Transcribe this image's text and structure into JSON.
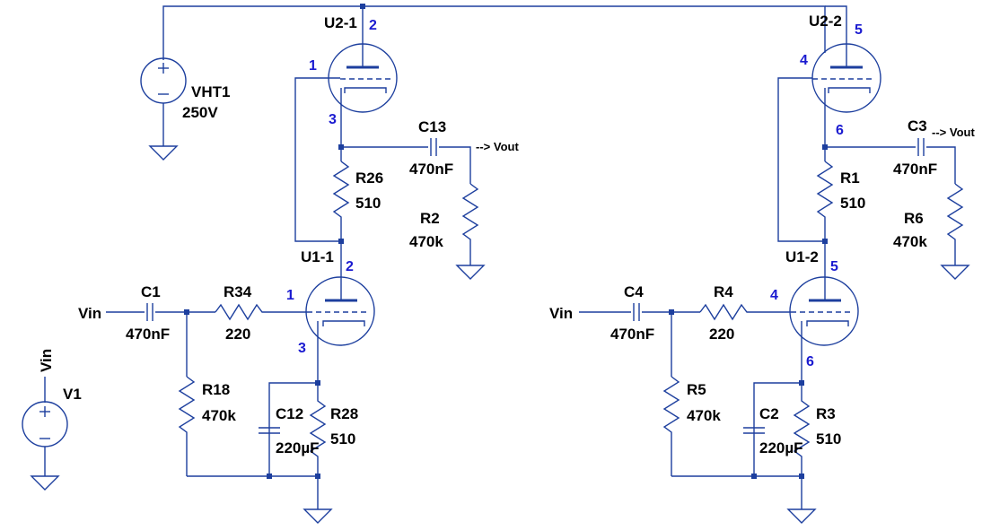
{
  "schematic": {
    "sources": {
      "vht1": {
        "name": "VHT1",
        "value": "250V"
      },
      "v1": {
        "name": "V1",
        "net": "Vin"
      }
    },
    "stage_a": {
      "top_tube": {
        "name": "U2-1",
        "plate_pin": "2",
        "grid_pin": "1",
        "cathode_pin": "3"
      },
      "bottom_tube": {
        "name": "U1-1",
        "plate_pin": "2",
        "grid_pin": "1",
        "cathode_pin": "3"
      },
      "input_label": "Vin",
      "output_label": "--> Vout",
      "c_in": {
        "name": "C1",
        "value": "470nF"
      },
      "r_grid": {
        "name": "R34",
        "value": "220"
      },
      "r_leak": {
        "name": "R18",
        "value": "470k"
      },
      "c_bypass": {
        "name": "C12",
        "value": "220µF"
      },
      "r_cathode": {
        "name": "R28",
        "value": "510"
      },
      "r_mid": {
        "name": "R26",
        "value": "510"
      },
      "c_out": {
        "name": "C13",
        "value": "470nF"
      },
      "r_load": {
        "name": "R2",
        "value": "470k"
      }
    },
    "stage_b": {
      "top_tube": {
        "name": "U2-2",
        "plate_pin": "5",
        "grid_pin": "4",
        "cathode_pin": "6"
      },
      "bottom_tube": {
        "name": "U1-2",
        "plate_pin": "5",
        "grid_pin": "4",
        "cathode_pin": "6"
      },
      "input_label": "Vin",
      "output_label": "--> Vout",
      "c_in": {
        "name": "C4",
        "value": "470nF"
      },
      "r_grid": {
        "name": "R4",
        "value": "220"
      },
      "r_leak": {
        "name": "R5",
        "value": "470k"
      },
      "c_bypass": {
        "name": "C2",
        "value": "220µF"
      },
      "r_cathode": {
        "name": "R3",
        "value": "510"
      },
      "r_mid": {
        "name": "R1",
        "value": "510"
      },
      "c_out": {
        "name": "C3",
        "value": "470nF"
      },
      "r_load": {
        "name": "R6",
        "value": "470k"
      }
    }
  }
}
